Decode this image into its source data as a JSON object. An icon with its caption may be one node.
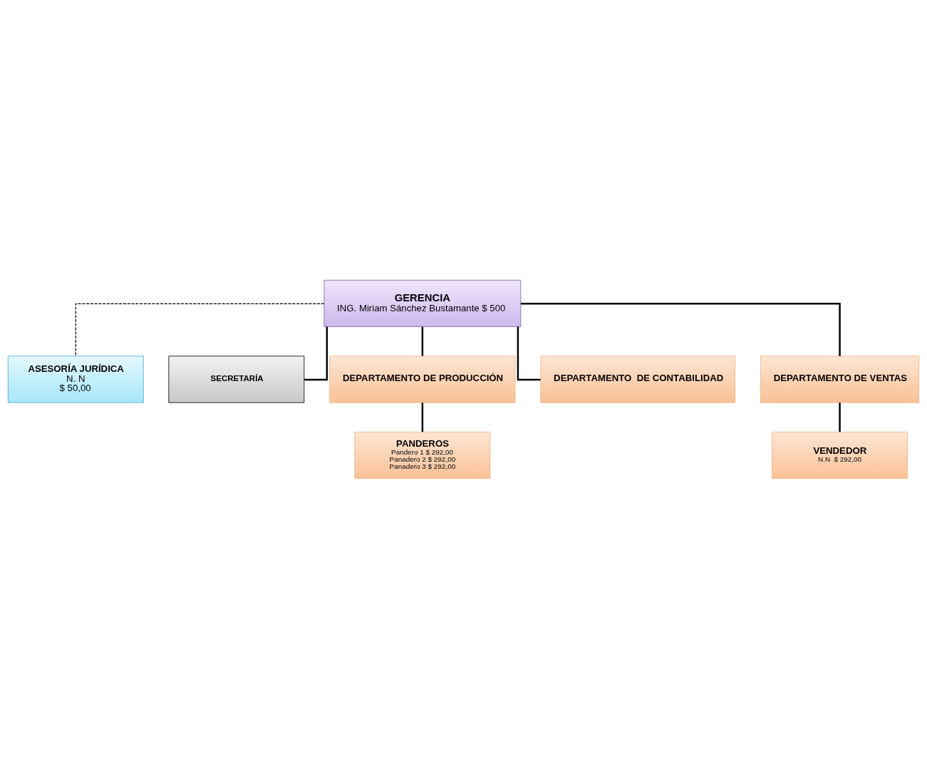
{
  "diagram": {
    "nodes": [
      {
        "text": [
          "GERENCIA",
          "ING. Miriam Sánchez Bustamante $ 500"
        ]
      },
      {
        "text": [
          "ASESORÍA JURÍDICA",
          "N. N",
          "$ 50,00"
        ]
      },
      {
        "text": [
          "SECRETARÍA"
        ]
      },
      {
        "text": [
          "DEPARTAMENTO DE PRODUCCIÓN"
        ]
      },
      {
        "text": [
          "DEPARTAMENTO  DE CONTABILIDAD"
        ]
      },
      {
        "text": [
          "DEPARTAMENTO DE VENTAS"
        ]
      },
      {
        "text": [
          "PANDEROS",
          "Pandero 1 $ 292,00",
          "Panadero 2 $ 292,00",
          "Panadero 3 $ 292,00"
        ]
      },
      {
        "text": [
          "VENDEDOR",
          "N.N  $ 292,00"
        ]
      }
    ],
    "edges": [
      {
        "from": 0,
        "to": 1,
        "arrow": "none",
        "style": "dashed"
      },
      {
        "from": 0,
        "to": 2,
        "arrow": "none"
      },
      {
        "from": 0,
        "to": 3,
        "arrow": "none"
      },
      {
        "from": 0,
        "to": 4,
        "arrow": "none"
      },
      {
        "from": 0,
        "to": 5,
        "arrow": "none"
      },
      {
        "from": 3,
        "to": 6,
        "arrow": "none"
      },
      {
        "from": 5,
        "to": 7,
        "arrow": "none"
      }
    ]
  }
}
